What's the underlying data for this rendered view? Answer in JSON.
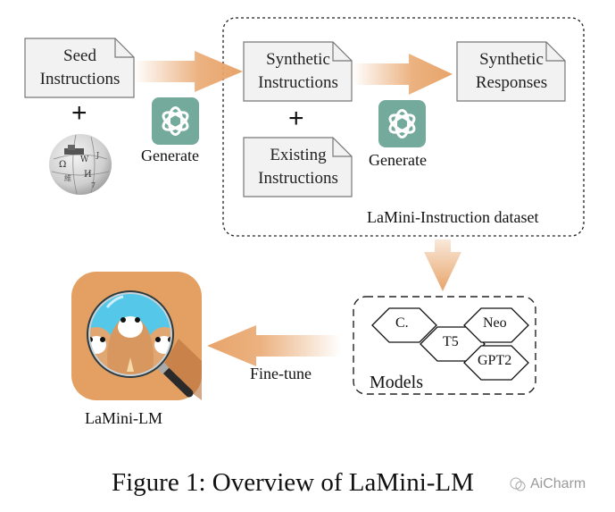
{
  "diagram": {
    "seed_instructions": [
      "Seed",
      "Instructions"
    ],
    "synthetic_instructions": [
      "Synthetic",
      "Instructions"
    ],
    "existing_instructions": [
      "Existing",
      "Instructions"
    ],
    "synthetic_responses": [
      "Synthetic",
      "Responses"
    ],
    "plus_sign": "+",
    "generate_label_1": "Generate",
    "generate_label_2": "Generate",
    "dataset_label": "LaMini-Instruction dataset",
    "models_label": "Models",
    "models": [
      "C.",
      "T5",
      "Neo",
      "GPT2"
    ],
    "fine_tune_label": "Fine-tune",
    "lamini_lm_label": "LaMini-LM",
    "icons": {
      "wikipedia": "wikipedia-globe-icon",
      "chatgpt": "openai-logo-icon",
      "lamini": "lamini-llama-magnifier-icon"
    },
    "colors": {
      "arrow": "#e8a46a",
      "chatgpt_bg": "#74aa9c",
      "doc_fill": "#f2f2f2",
      "lamini_bg": "#e3a062"
    }
  },
  "caption": "Figure 1: Overview of LaMini-LM",
  "watermark": "AiCharm"
}
